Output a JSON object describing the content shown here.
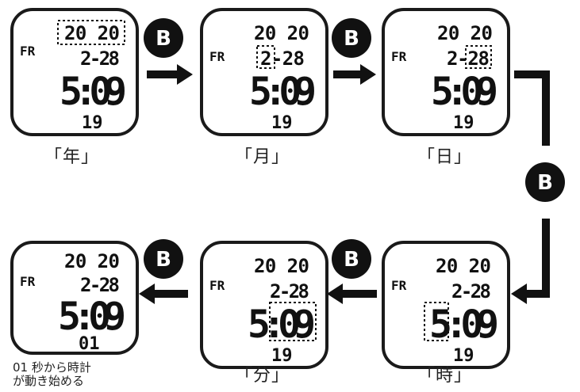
{
  "button_label": "B",
  "screens": [
    {
      "caption": "「年」",
      "weekday": "FR",
      "year": "20 20",
      "month_day": "2-28",
      "time": "5:09",
      "seconds": "19"
    },
    {
      "caption": "「月」",
      "weekday": "FR",
      "year": "20 20",
      "month_day": "2-28",
      "time": "5:09",
      "seconds": "19"
    },
    {
      "caption": "「日」",
      "weekday": "FR",
      "year": "20 20",
      "month_day": "2-28",
      "time": "5:09",
      "seconds": "19"
    },
    {
      "caption": "「時」",
      "weekday": "FR",
      "year": "20 20",
      "month_day": "2-28",
      "time": "5:09",
      "seconds": "19"
    },
    {
      "caption": "「分」",
      "weekday": "FR",
      "year": "20 20",
      "month_day": "2-28",
      "time": "5:09",
      "seconds": "19"
    },
    {
      "caption": "",
      "weekday": "FR",
      "year": "20 20",
      "month_day": "2-28",
      "time": "5:09",
      "seconds": "01"
    }
  ],
  "final_note": [
    "01 秒から時計",
    "が動き始める"
  ],
  "colors": {
    "ink": "#111111",
    "frame": "#1a1a1a",
    "background": "#ffffff"
  }
}
